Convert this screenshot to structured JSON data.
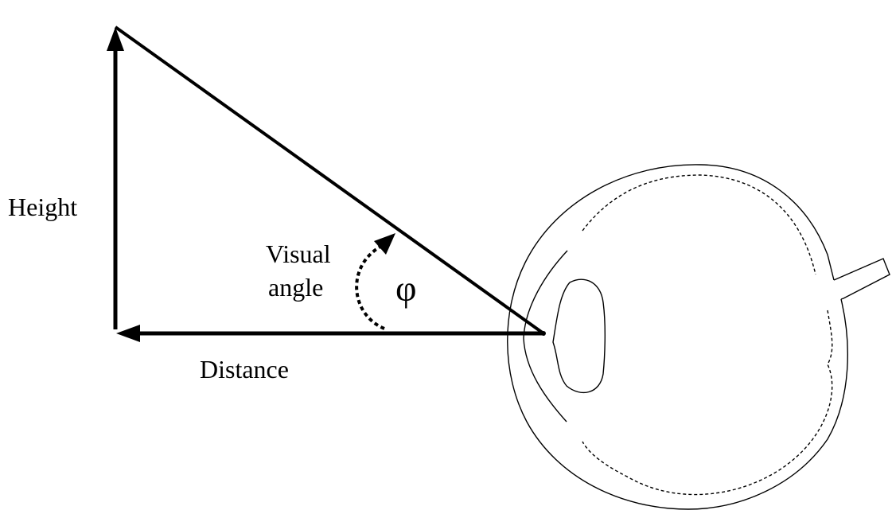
{
  "labels": {
    "height": "Height",
    "distance": "Distance",
    "visual_angle_line1": "Visual",
    "visual_angle_line2": "angle",
    "angle_symbol": "φ"
  },
  "colors": {
    "stroke": "#000000",
    "background": "#ffffff"
  }
}
